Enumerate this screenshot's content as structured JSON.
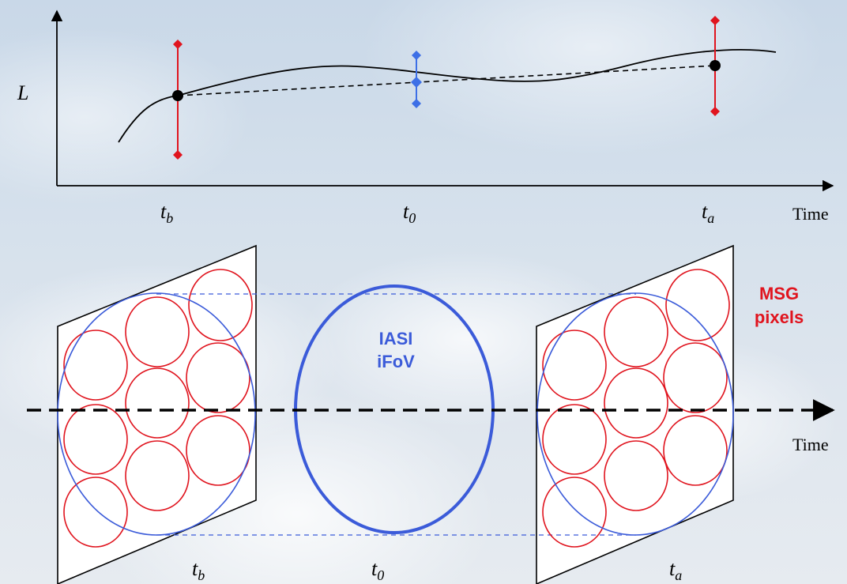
{
  "top_plot": {
    "y_label": "L",
    "x_label": "Time",
    "ticks": {
      "tb_base": "t",
      "tb_sub": "b",
      "t0_base": "t",
      "t0_sub": "0",
      "ta_base": "t",
      "ta_sub": "a"
    }
  },
  "bottom": {
    "iasi_line1": "IASI",
    "iasi_line2": "iFoV",
    "msg_line1": "MSG",
    "msg_line2": "pixels",
    "time_label": "Time",
    "ticks": {
      "tb_base": "t",
      "tb_sub": "b",
      "t0_base": "t",
      "t0_sub": "0",
      "ta_base": "t",
      "ta_sub": "a"
    }
  },
  "colors": {
    "iasi_blue": "#3b5bd9",
    "msg_red": "#e0141e",
    "blue_marker": "#3d6fe6",
    "red_marker": "#e0141e"
  }
}
